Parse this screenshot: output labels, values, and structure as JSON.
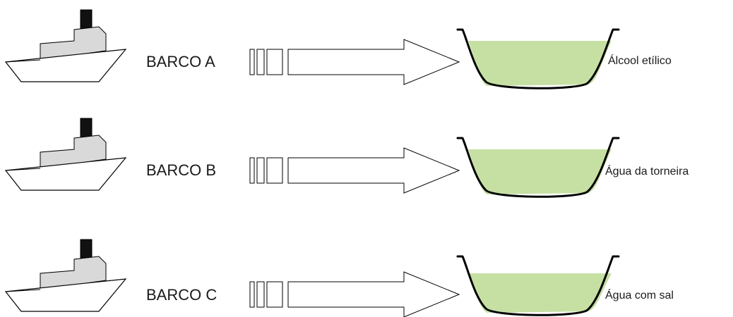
{
  "colors": {
    "liquid": "#c6e0a4",
    "boat_cabin": "#d9d9d9",
    "boat_chimney": "#111111",
    "outline": "#000000"
  },
  "rows": [
    {
      "boat_label": "BARCO A",
      "liquid_label": "Álcool etílico",
      "boat_icon": "boat-icon",
      "arrow_icon": "arrow-right-icon",
      "container_icon": "container-icon"
    },
    {
      "boat_label": "BARCO B",
      "liquid_label": "Água da torneira",
      "boat_icon": "boat-icon",
      "arrow_icon": "arrow-right-icon",
      "container_icon": "container-icon"
    },
    {
      "boat_label": "BARCO C",
      "liquid_label": "Água com sal",
      "boat_icon": "boat-icon",
      "arrow_icon": "arrow-right-icon",
      "container_icon": "container-icon"
    }
  ]
}
